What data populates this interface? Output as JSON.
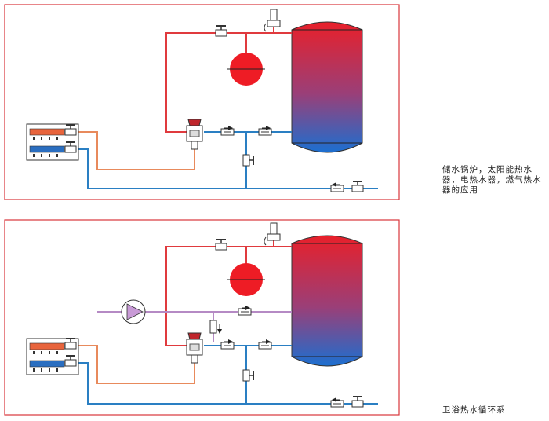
{
  "captions": {
    "top": "储水锅炉，太阳能热水器，电热水器，燃气热水器的应用",
    "bottom": "卫浴热水循环系"
  },
  "colors": {
    "frame": "#d9353b",
    "hot_pipe": "#e03a3e",
    "cold_pipe": "#2a7fc3",
    "warm_pipe": "#e88a5c",
    "circulation_pipe": "#b58ac4",
    "tank_top": "#e8202a",
    "tank_bottom": "#1c6fd0",
    "expansion_vessel": "#ee1c25",
    "pump": "#c89ad6"
  },
  "icons": [
    "water-tank",
    "expansion-vessel",
    "safety-valve",
    "thermostatic-mixing-valve",
    "check-valve",
    "ball-valve",
    "manifold",
    "circulation-pump",
    "flow-arrow"
  ]
}
